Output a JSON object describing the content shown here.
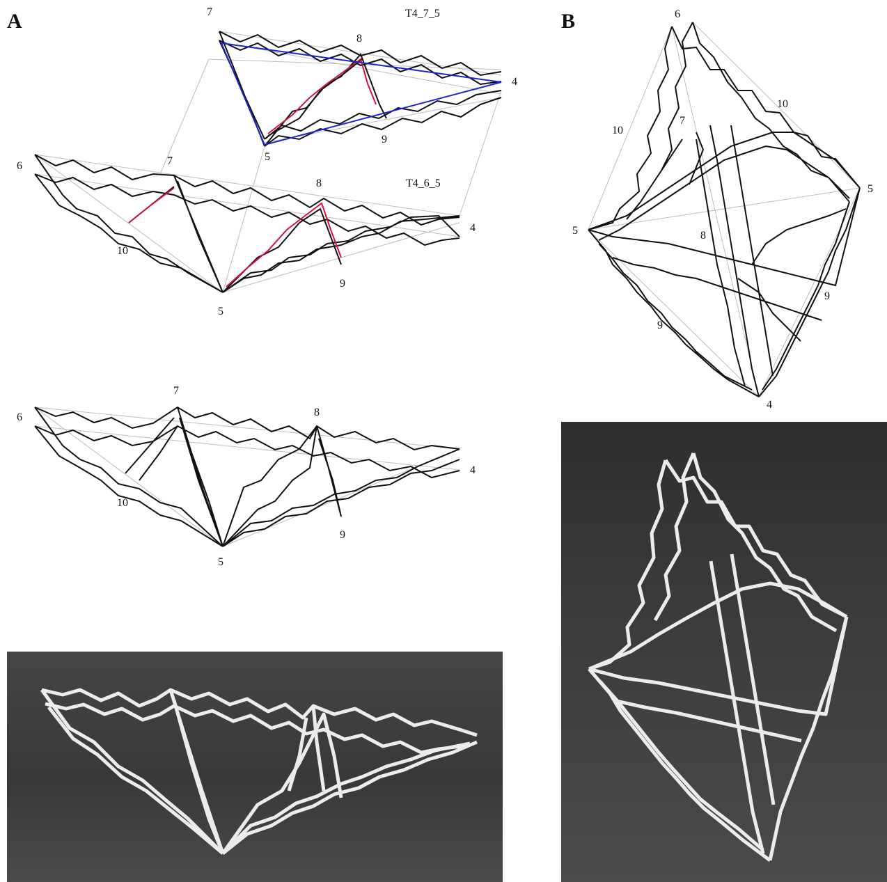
{
  "panels": {
    "A": {
      "letter": "A",
      "top_model": {
        "title": "T4_7_5",
        "vertices": {
          "v7": "7",
          "v8": "8",
          "v4": "4",
          "v9": "9",
          "v5": "5"
        }
      },
      "mid_model": {
        "title": "T4_6_5",
        "vertices": {
          "v6": "6",
          "v7": "7",
          "v8": "8",
          "v4": "4",
          "v10": "10",
          "v9": "9",
          "v5": "5"
        }
      },
      "combined_model": {
        "vertices": {
          "v6": "6",
          "v7": "7",
          "v8": "8",
          "v4": "4",
          "v10": "10",
          "v9": "9",
          "v5": "5"
        }
      }
    },
    "B": {
      "letter": "B",
      "model": {
        "vertices": {
          "v6": "6",
          "v10a": "10",
          "v10b": "10",
          "v7": "7",
          "v5a": "5",
          "v5b": "5",
          "v8": "8",
          "v9a": "9",
          "v9b": "9",
          "v4": "4"
        }
      }
    }
  },
  "colors": {
    "frame": "#111111",
    "guide": "#bdbdbd",
    "red_path": "#d4143a",
    "blue_path": "#1f24c8",
    "photo_bg": "#3c3c3c",
    "struts": "#ececec"
  }
}
